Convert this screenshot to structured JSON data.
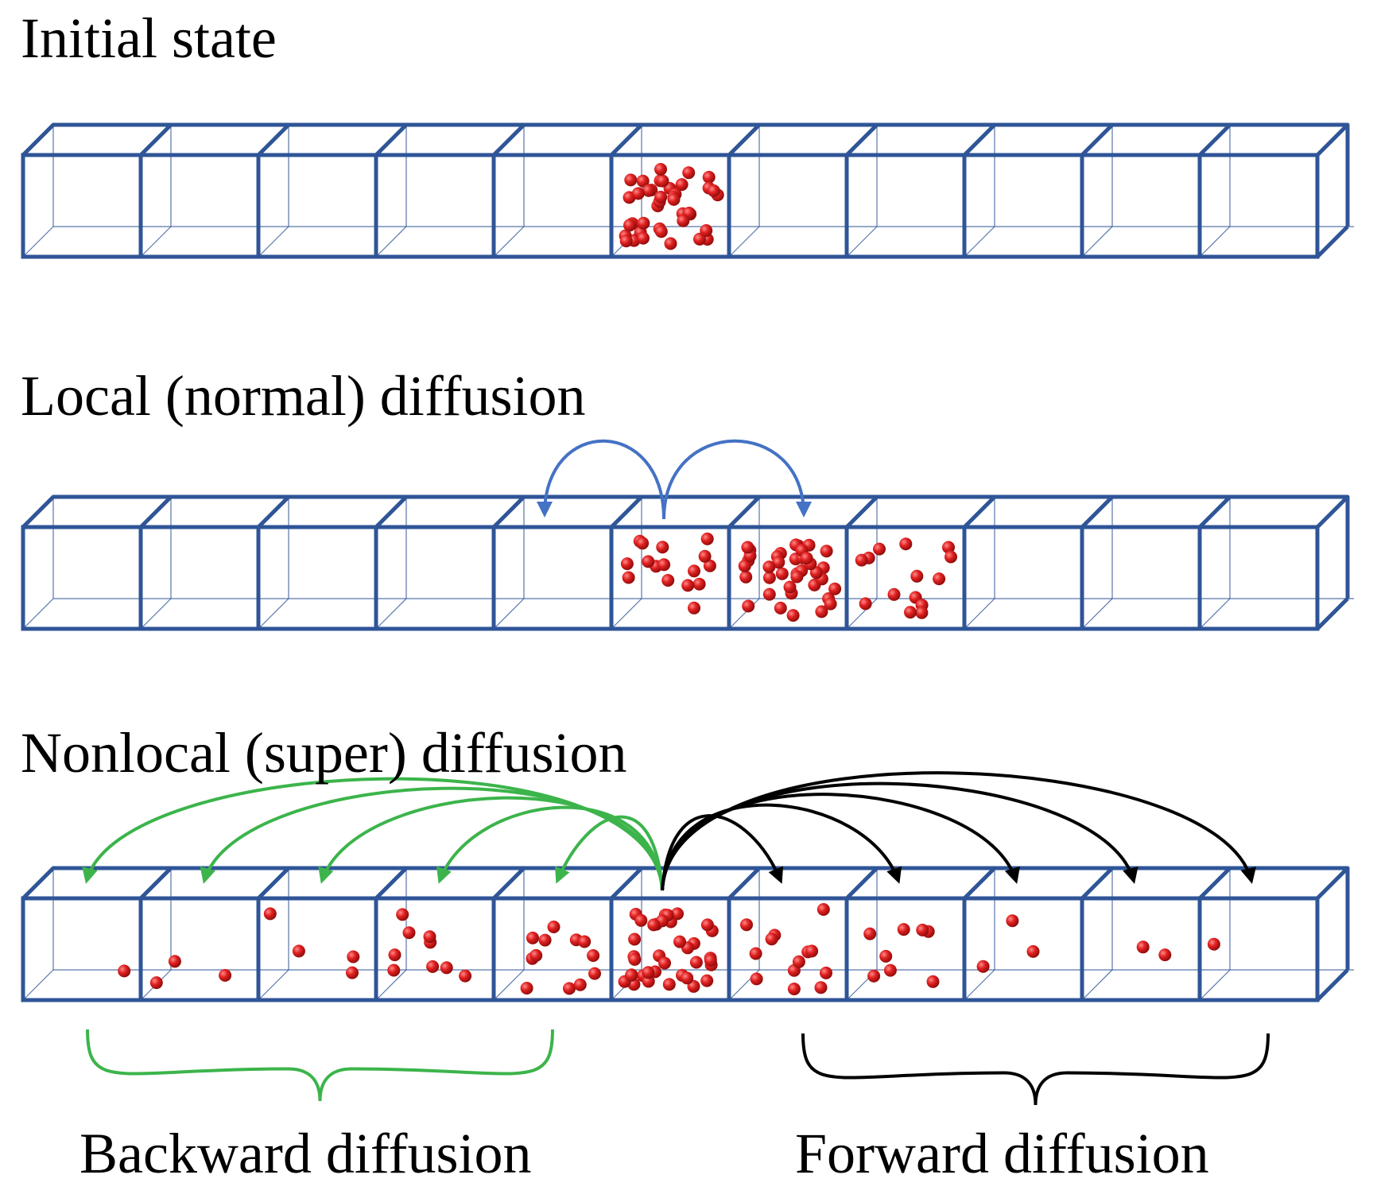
{
  "colors": {
    "box": "#2f5597",
    "particle": "#e02020",
    "local_arrow": "#4472c4",
    "backward": "#3cb44b",
    "forward": "#000000",
    "background": "#ffffff"
  },
  "panels": [
    {
      "title": "Initial state",
      "cells": 11,
      "particle_counts": [
        0,
        0,
        0,
        0,
        0,
        40,
        0,
        0,
        0,
        0,
        0
      ]
    },
    {
      "title": "Local (normal) diffusion",
      "cells": 11,
      "particle_counts": [
        0,
        0,
        0,
        0,
        0,
        16,
        38,
        14,
        0,
        0,
        0
      ],
      "arrows": [
        {
          "from_cell": 5,
          "to_cell": 4,
          "color_key": "local_arrow"
        },
        {
          "from_cell": 5,
          "to_cell": 6,
          "color_key": "local_arrow"
        }
      ]
    },
    {
      "title": "Nonlocal (super) diffusion",
      "cells": 11,
      "particle_counts": [
        1,
        3,
        4,
        9,
        12,
        36,
        13,
        8,
        3,
        2,
        1
      ],
      "backward_targets": [
        0,
        1,
        2,
        3,
        4
      ],
      "forward_targets": [
        6,
        7,
        8,
        9,
        10
      ]
    }
  ],
  "brackets": {
    "backward_label": "Backward diffusion",
    "forward_label": "Forward diffusion"
  }
}
